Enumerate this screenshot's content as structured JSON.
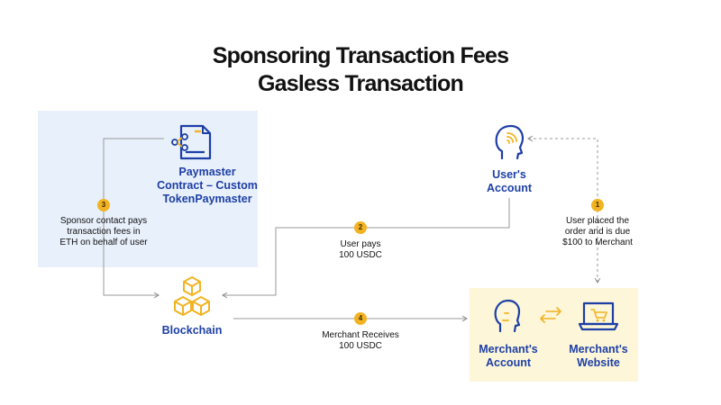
{
  "title": {
    "line1": "Sponsoring Transaction Fees",
    "line2": "Gasless Transaction"
  },
  "nodes": {
    "paymaster": {
      "line1": "Paymaster",
      "line2": "Contract – Custom",
      "line3": "TokenPaymaster",
      "icon": "contract-document-icon"
    },
    "user_account": {
      "line1": "User's",
      "line2": "Account",
      "icon": "user-head-icon"
    },
    "blockchain": {
      "label": "Blockchain",
      "icon": "blockchain-cubes-icon"
    },
    "merchant_account": {
      "line1": "Merchant's",
      "line2": "Account",
      "icon": "merchant-head-icon"
    },
    "merchant_website": {
      "line1": "Merchant's",
      "line2": "Website",
      "icon": "laptop-cart-icon"
    }
  },
  "steps": [
    {
      "number": "1",
      "lines": [
        "User placed the",
        "order and is due",
        "$100 to Merchant"
      ]
    },
    {
      "number": "2",
      "lines": [
        "User pays",
        "100 USDC"
      ]
    },
    {
      "number": "3",
      "lines": [
        "Sponsor contact pays",
        "transaction fees in",
        "ETH on behalf of user"
      ]
    },
    {
      "number": "4",
      "lines": [
        "Merchant Receives",
        "100 USDC"
      ]
    }
  ],
  "colors": {
    "navy": "#1d3fa6",
    "accent": "#f2b322",
    "panel_blue": "#e8f0fb",
    "panel_yellow": "#fdf6d8",
    "connector": "#9a9a9a"
  }
}
